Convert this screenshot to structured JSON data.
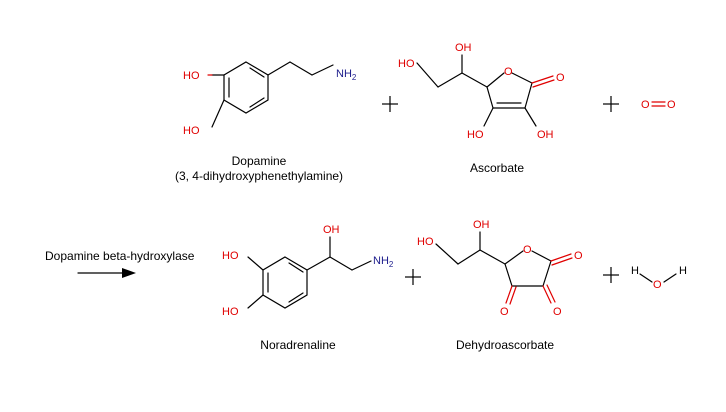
{
  "reaction": {
    "enzyme_label": "Dopamine beta-hydroxylase",
    "plus_sign": "+",
    "colors": {
      "bond": "#000000",
      "oxygen": "#e00000",
      "nitrogen": "#1c1c8c",
      "text": "#000000"
    },
    "reactants": [
      {
        "name": "Dopamine",
        "subtitle": "(3, 4-dihydroxyphenethylamine)"
      },
      {
        "name": "Ascorbate"
      },
      {
        "name": "O2"
      }
    ],
    "products": [
      {
        "name": "Noradrenaline"
      },
      {
        "name": "Dehydroascorbate"
      },
      {
        "name": "H2O"
      }
    ]
  },
  "atoms": {
    "ho": "HO",
    "oh": "OH",
    "o": "O",
    "nh": "NH",
    "two": "2",
    "h": "H"
  }
}
